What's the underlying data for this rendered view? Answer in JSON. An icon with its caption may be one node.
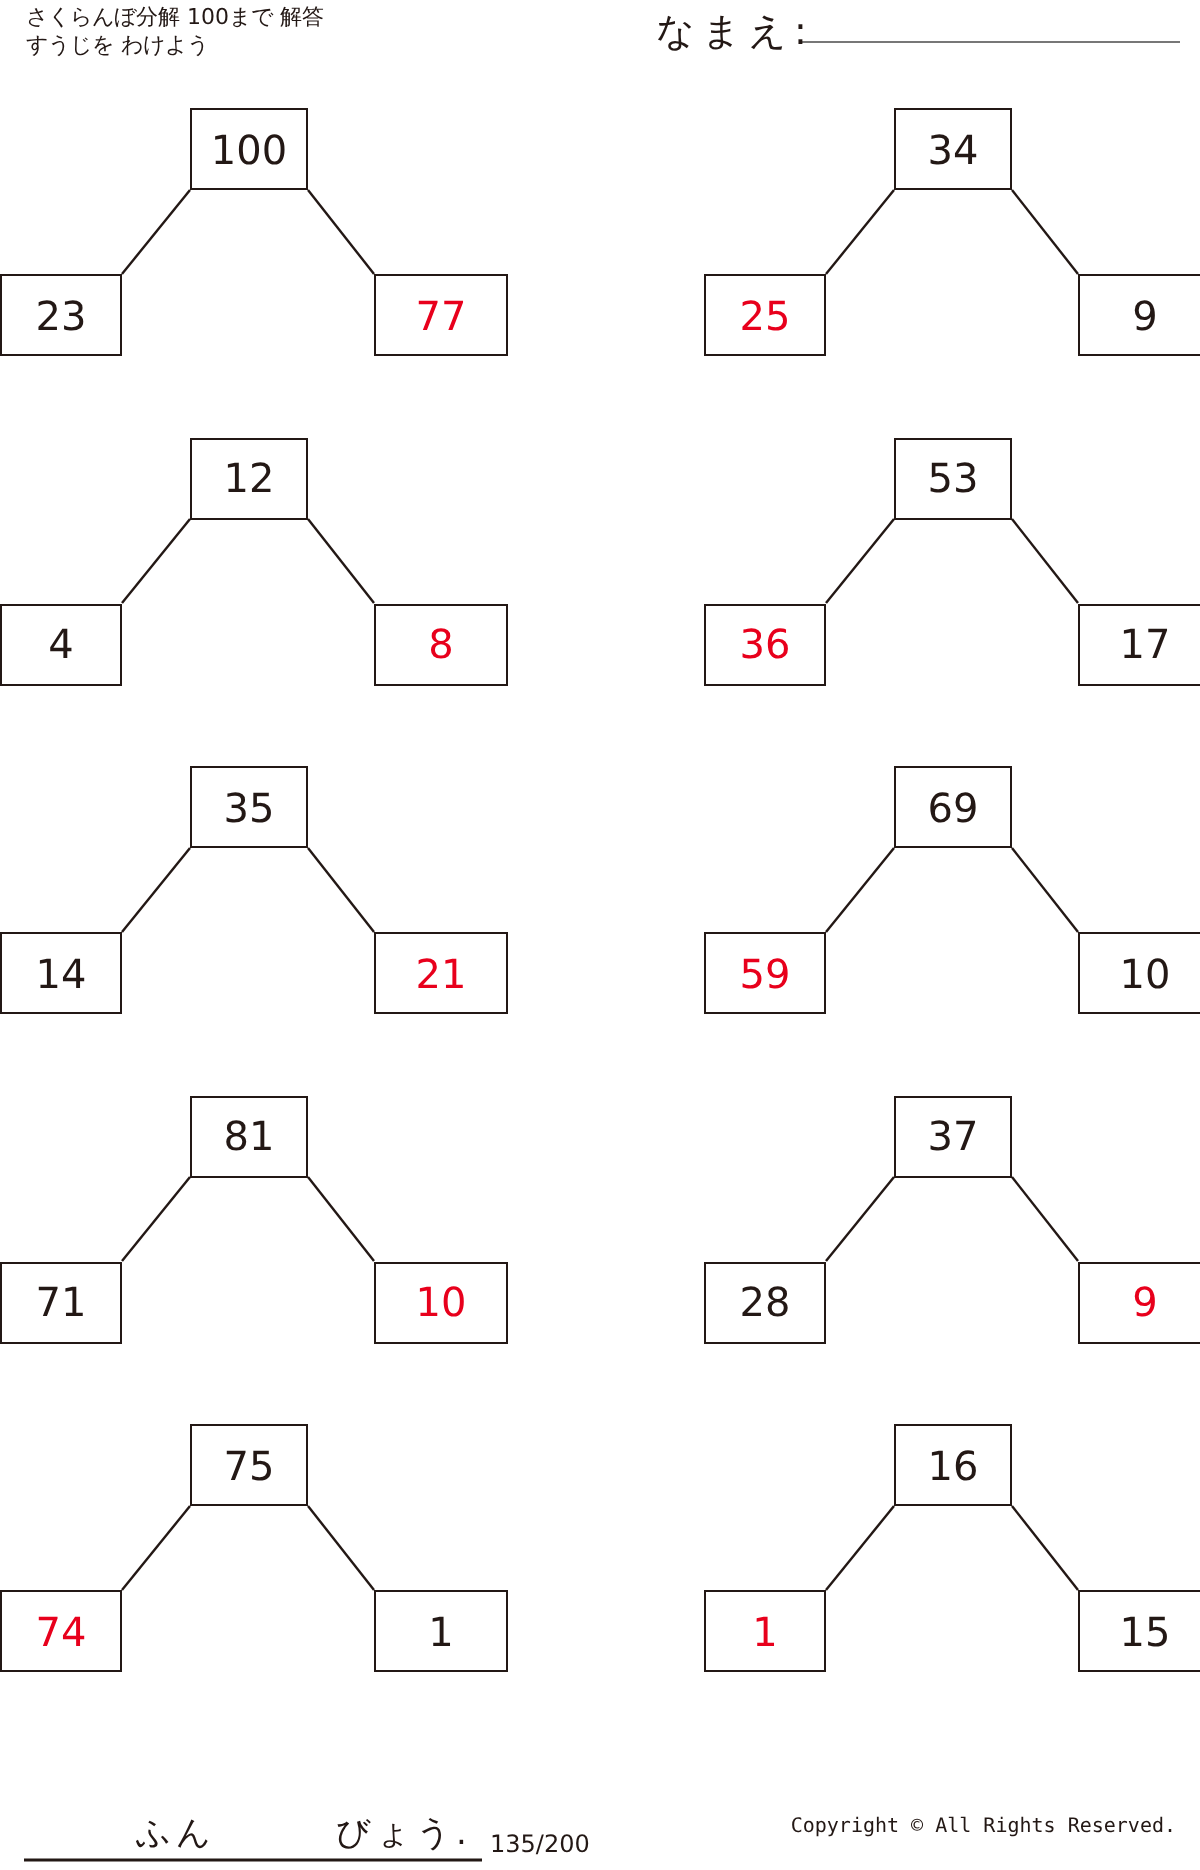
{
  "diagram": {
    "nodes": [
      {
        "text": [
          "100"
        ]
      },
      {
        "text": [
          "23"
        ]
      },
      {
        "text": [
          "77"
        ]
      },
      {
        "text": [
          "34"
        ]
      },
      {
        "text": [
          "25"
        ]
      },
      {
        "text": [
          "9"
        ]
      },
      {
        "text": [
          "12"
        ]
      },
      {
        "text": [
          "4"
        ]
      },
      {
        "text": [
          "8"
        ]
      },
      {
        "text": [
          "53"
        ]
      },
      {
        "text": [
          "36"
        ]
      },
      {
        "text": [
          "17"
        ]
      },
      {
        "text": [
          "35"
        ]
      },
      {
        "text": [
          "14"
        ]
      },
      {
        "text": [
          "21"
        ]
      },
      {
        "text": [
          "69"
        ]
      },
      {
        "text": [
          "59"
        ]
      },
      {
        "text": [
          "10"
        ]
      },
      {
        "text": [
          "81"
        ]
      },
      {
        "text": [
          "71"
        ]
      },
      {
        "text": [
          "10"
        ]
      },
      {
        "text": [
          "37"
        ]
      },
      {
        "text": [
          "28"
        ]
      },
      {
        "text": [
          "9"
        ]
      },
      {
        "text": [
          "75"
        ]
      },
      {
        "text": [
          "74"
        ]
      },
      {
        "text": [
          "1"
        ]
      },
      {
        "text": [
          "16"
        ]
      },
      {
        "text": [
          "1"
        ]
      },
      {
        "text": [
          "15"
        ]
      }
    ],
    "edges": [
      {
        "from": 0,
        "to": 1,
        "arrow": "none"
      },
      {
        "from": 0,
        "to": 2,
        "arrow": "none"
      },
      {
        "from": 3,
        "to": 4,
        "arrow": "none"
      },
      {
        "from": 3,
        "to": 5,
        "arrow": "none"
      },
      {
        "from": 6,
        "to": 7,
        "arrow": "none"
      },
      {
        "from": 6,
        "to": 8,
        "arrow": "none"
      },
      {
        "from": 9,
        "to": 10,
        "arrow": "none"
      },
      {
        "from": 9,
        "to": 11,
        "arrow": "none"
      },
      {
        "from": 12,
        "to": 13,
        "arrow": "none"
      },
      {
        "from": 12,
        "to": 14,
        "arrow": "none"
      },
      {
        "from": 15,
        "to": 16,
        "arrow": "none"
      },
      {
        "from": 15,
        "to": 17,
        "arrow": "none"
      },
      {
        "from": 18,
        "to": 19,
        "arrow": "none"
      },
      {
        "from": 18,
        "to": 20,
        "arrow": "none"
      },
      {
        "from": 21,
        "to": 22,
        "arrow": "none"
      },
      {
        "from": 21,
        "to": 23,
        "arrow": "none"
      },
      {
        "from": 24,
        "to": 25,
        "arrow": "none"
      },
      {
        "from": 24,
        "to": 26,
        "arrow": "none"
      },
      {
        "from": 27,
        "to": 28,
        "arrow": "none"
      },
      {
        "from": 27,
        "to": 29,
        "arrow": "none"
      }
    ],
    "labels": [
      "さくらんぼ分解 100まで 解答",
      "すうじを わけよう",
      "なまえ:",
      "ふん",
      "びょう.",
      "135/200",
      "Copyright © All Rights Reserved."
    ]
  }
}
